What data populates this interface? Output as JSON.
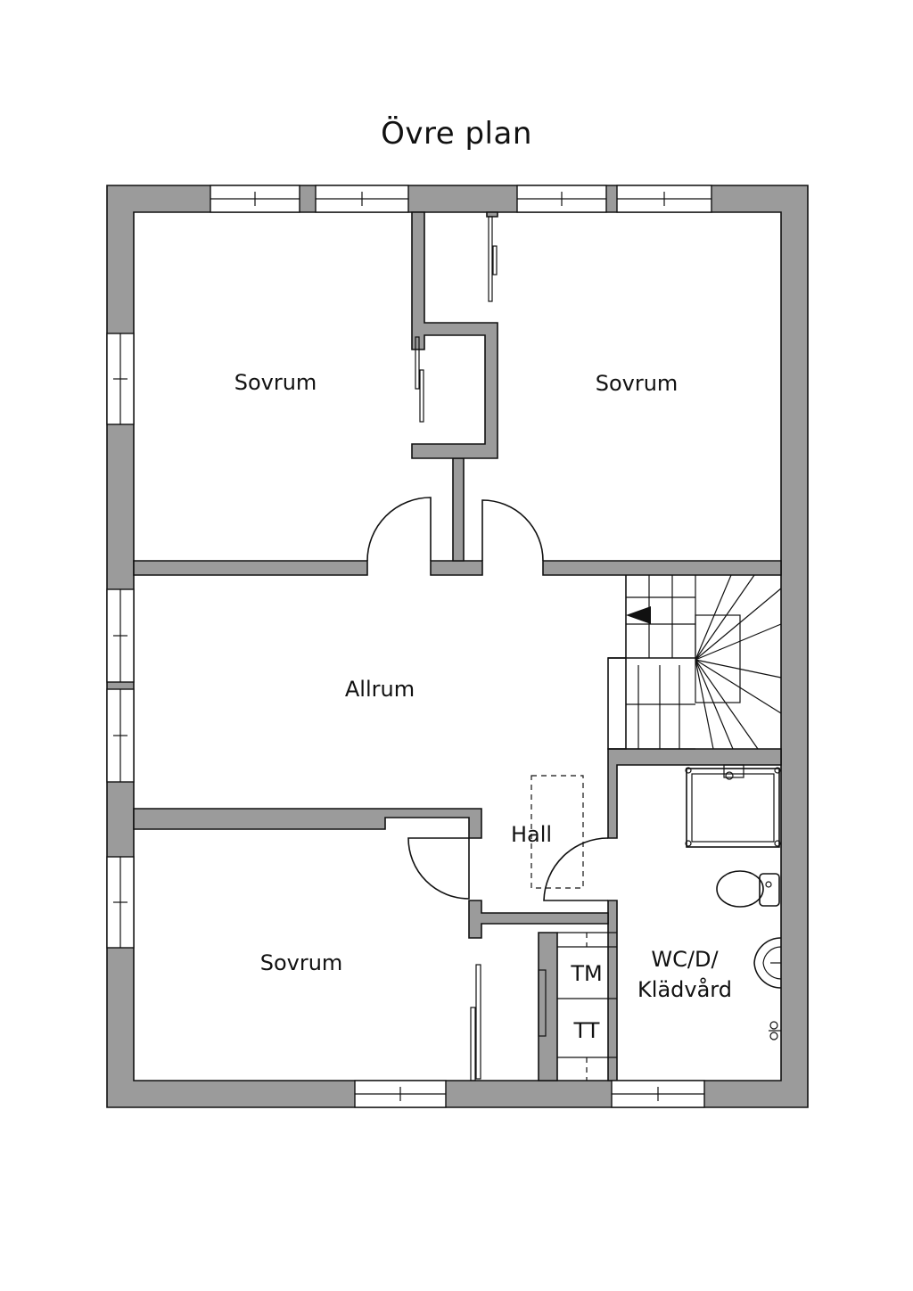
{
  "title": "Övre plan",
  "rooms": {
    "bedroom_nw": "Sovrum",
    "bedroom_ne": "Sovrum",
    "living": "Allrum",
    "hall": "Hall",
    "bedroom_sw": "Sovrum",
    "washer": "TM",
    "dryer": "TT",
    "bath_line1": "WC/D/",
    "bath_line2": "Klädvård"
  },
  "colors": {
    "wall": "#9b9b9b",
    "line": "#111111",
    "background": "#ffffff"
  }
}
